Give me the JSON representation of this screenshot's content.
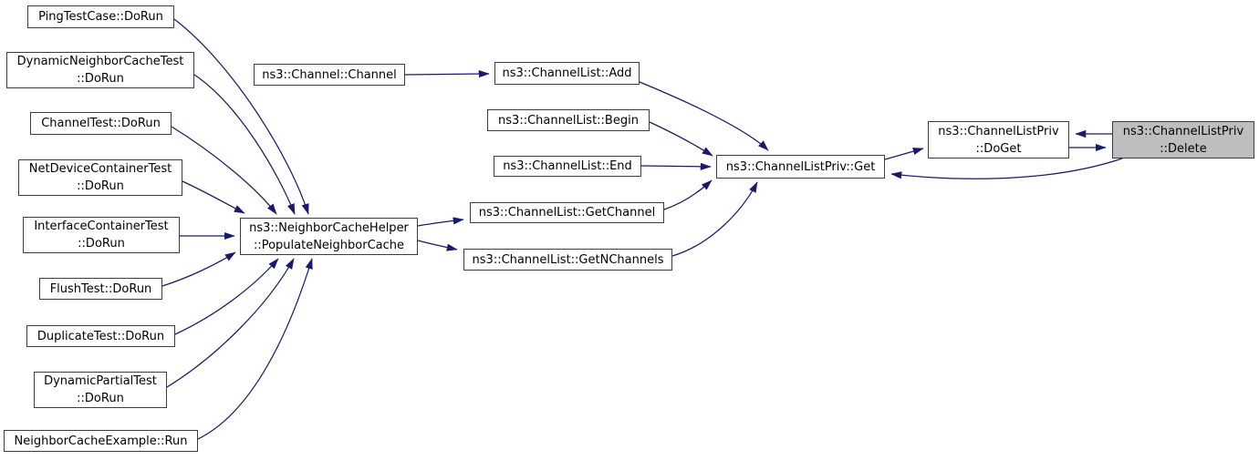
{
  "diagram": {
    "kind": "doxygen-caller-graph",
    "edge_color": "#191970",
    "node_border_color": "#3c3c3c",
    "node_fill": "#ffffff",
    "highlight_fill": "#bebebe",
    "nodes": {
      "ping": {
        "label": "PingTestCase::DoRun"
      },
      "dynamic_neighbor": {
        "label": "DynamicNeighborCacheTest\n::DoRun"
      },
      "channel_test": {
        "label": "ChannelTest::DoRun"
      },
      "net_device": {
        "label": "NetDeviceContainerTest\n::DoRun"
      },
      "interface": {
        "label": "InterfaceContainerTest\n::DoRun"
      },
      "flush": {
        "label": "FlushTest::DoRun"
      },
      "duplicate": {
        "label": "DuplicateTest::DoRun"
      },
      "dynamic_partial": {
        "label": "DynamicPartialTest\n::DoRun"
      },
      "neighbor_example": {
        "label": "NeighborCacheExample::Run"
      },
      "populate": {
        "label": "ns3::NeighborCacheHelper\n::PopulateNeighborCache"
      },
      "channel_ctor": {
        "label": "ns3::Channel::Channel"
      },
      "list_add": {
        "label": "ns3::ChannelList::Add"
      },
      "list_begin": {
        "label": "ns3::ChannelList::Begin"
      },
      "list_end": {
        "label": "ns3::ChannelList::End"
      },
      "list_get_channel": {
        "label": "ns3::ChannelList::GetChannel"
      },
      "list_get_n_channels": {
        "label": "ns3::ChannelList::GetNChannels"
      },
      "priv_get": {
        "label": "ns3::ChannelListPriv::Get"
      },
      "priv_doget": {
        "label": "ns3::ChannelListPriv\n::DoGet"
      },
      "priv_delete": {
        "label": "ns3::ChannelListPriv\n::Delete",
        "highlighted": true
      }
    },
    "edges": [
      {
        "from": "ping",
        "to": "populate"
      },
      {
        "from": "dynamic_neighbor",
        "to": "populate"
      },
      {
        "from": "channel_test",
        "to": "populate"
      },
      {
        "from": "net_device",
        "to": "populate"
      },
      {
        "from": "interface",
        "to": "populate"
      },
      {
        "from": "flush",
        "to": "populate"
      },
      {
        "from": "duplicate",
        "to": "populate"
      },
      {
        "from": "dynamic_partial",
        "to": "populate"
      },
      {
        "from": "neighbor_example",
        "to": "populate"
      },
      {
        "from": "populate",
        "to": "list_get_channel"
      },
      {
        "from": "populate",
        "to": "list_get_n_channels"
      },
      {
        "from": "channel_ctor",
        "to": "list_add"
      },
      {
        "from": "list_add",
        "to": "priv_get"
      },
      {
        "from": "list_begin",
        "to": "priv_get"
      },
      {
        "from": "list_end",
        "to": "priv_get"
      },
      {
        "from": "list_get_channel",
        "to": "priv_get"
      },
      {
        "from": "list_get_n_channels",
        "to": "priv_get"
      },
      {
        "from": "priv_get",
        "to": "priv_doget"
      },
      {
        "from": "priv_delete",
        "to": "priv_doget"
      },
      {
        "from": "priv_doget",
        "to": "priv_delete"
      },
      {
        "from": "priv_delete",
        "to": "priv_get"
      }
    ]
  }
}
